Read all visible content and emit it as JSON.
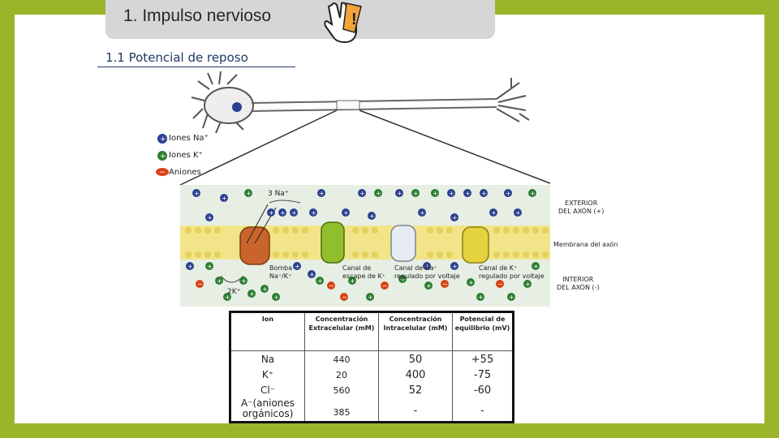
{
  "title": "1. Impulso nervioso",
  "subtitle": "1.1 Potencial de reposo",
  "legend": [
    {
      "label": "Iones Na⁺",
      "symbol": "+",
      "color": "#2d3f8f"
    },
    {
      "label": "Iones K⁺",
      "symbol": "+",
      "color": "#2e7d32"
    },
    {
      "label": "Aniones",
      "symbol": "−",
      "color": "#d84315"
    }
  ],
  "diagram_labels": {
    "na3": "3 Na⁺",
    "k2": "2K⁺",
    "exterior": "EXTERIOR\nDEL AXÓN (+)",
    "membrana": "Membrana del axón",
    "interior": "INTERIOR\nDEL AXÓN (-)",
    "bomba": "Bomba\nNa⁺/K⁺",
    "canal_escape": "Canal de\nescape de K⁺",
    "canal_na": "Canal de Na⁺\nregulado por voltaje",
    "canal_k": "Canal de K⁺\nregulado por voltaje"
  },
  "table": {
    "headers": [
      "Ion",
      "Concentración Extracelular (mM)",
      "Concentración Intracelular (mM)",
      "Potencial de equilibrio (mV)"
    ],
    "ion_col": [
      "Na",
      "K⁺",
      "Cl⁻",
      "A⁻(aniones orgánicos)"
    ],
    "extra_col": [
      "440",
      "20",
      "560",
      "385"
    ],
    "intra_col": [
      "50",
      "400",
      "52",
      "-"
    ],
    "potential_col": [
      "+55",
      "-75",
      "-60",
      "-"
    ]
  },
  "colors": {
    "border": "#9bb52a",
    "title_box": "#d6d6d6",
    "subtitle": "#1f3864",
    "membrane": "#f0e27a",
    "extracellular": "#dde8e0"
  }
}
